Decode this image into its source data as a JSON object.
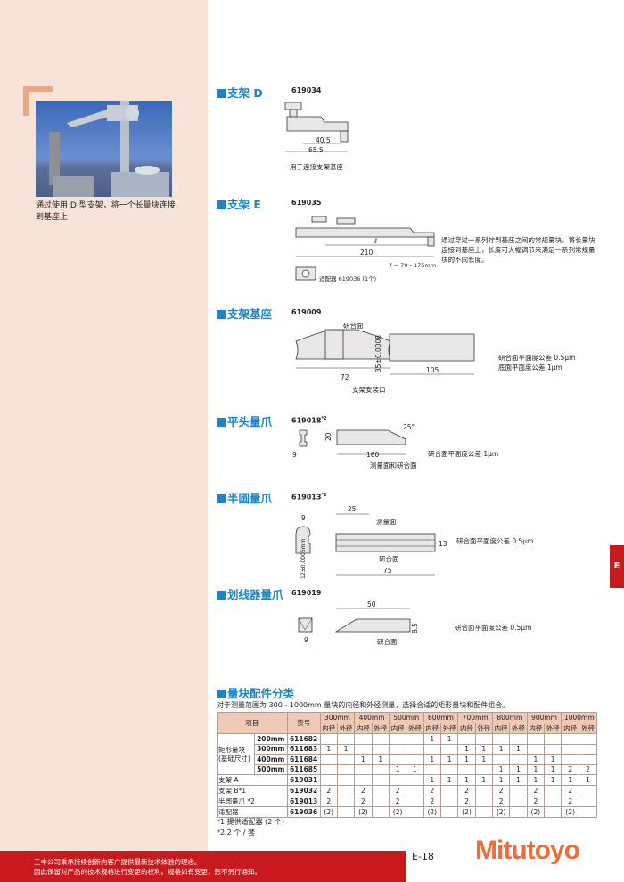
{
  "photo": {
    "caption": "通过使用 D 型支架，将一个长量块连接到基座上"
  },
  "sections": {
    "d": {
      "title": "支架 D",
      "code": "619034",
      "dims": [
        "40.5",
        "65.5"
      ],
      "note": "用于连接支架基座"
    },
    "e": {
      "title": "支架 E",
      "code": "619035",
      "dims": [
        "ℓ",
        "210"
      ],
      "range": "ℓ = 70 - 175mm",
      "desc": "通过穿过一系列拧到基座之间的常规量块，将长量块连接到基座上，长度可大幅调节来满足一系列常规量块的不同长度。",
      "adapter": "适配器  619036 (1个)"
    },
    "base": {
      "title": "支架基座",
      "code": "619009",
      "lapped": "研合面",
      "mount": "支架安装口",
      "dims": [
        "72",
        "35±0.0008",
        "105"
      ],
      "spec1": "研合面平面度公差 0.5μm",
      "spec2": "底面平面度公差 1μm"
    },
    "flat": {
      "title": "平头量爪",
      "code": "619018",
      "sup": "*2",
      "dims": [
        "9",
        "20",
        "160",
        "25°"
      ],
      "faces": "测量面和研合面",
      "spec": "研合面平面度公差 1μm"
    },
    "half": {
      "title": "半圆量爪",
      "code": "619013",
      "sup": "*2",
      "dims": [
        "9",
        "25",
        "12±0.0005mm",
        "13",
        "75"
      ],
      "measure": "测量面",
      "lapped": "研合面",
      "spec": "研合面平面度公差 0.5μm"
    },
    "scribe": {
      "title": "划线器量爪",
      "code": "619019",
      "dims": [
        "50",
        "8.5",
        "9"
      ],
      "lapped": "研合面",
      "spec": "研合面平面度公差 0.5μm"
    }
  },
  "accessories": {
    "title": "量块配件分类",
    "intro": "对于测量范围为 300 - 1000mm 量块的内径和外径测量，选择合适的矩形量块和配件组合。",
    "header_item": "项目",
    "header_code": "货号",
    "ranges": [
      "300mm",
      "400mm",
      "500mm",
      "600mm",
      "700mm",
      "800mm",
      "900mm",
      "1000mm"
    ],
    "sub": [
      "内径",
      "外径"
    ],
    "group_label": "矩形量块\n(基础尺寸)",
    "rows": [
      {
        "size": "200mm",
        "code": "611682",
        "v": [
          "",
          "",
          "",
          "",
          "",
          "",
          "1",
          "1",
          "",
          "",
          "",
          "",
          "",
          "",
          "",
          ""
        ]
      },
      {
        "size": "300mm",
        "code": "611683",
        "v": [
          "1",
          "1",
          "",
          "",
          "",
          "",
          "",
          "",
          "1",
          "1",
          "1",
          "1",
          "",
          "",
          "",
          ""
        ]
      },
      {
        "size": "400mm",
        "code": "611684",
        "v": [
          "",
          "",
          "1",
          "1",
          "",
          "",
          "1",
          "1",
          "1",
          "1",
          "",
          "",
          "1",
          "1",
          "",
          ""
        ]
      },
      {
        "size": "500mm",
        "code": "611685",
        "v": [
          "",
          "",
          "",
          "",
          "1",
          "1",
          "",
          "",
          "",
          "",
          "1",
          "1",
          "1",
          "1",
          "2",
          "2"
        ]
      },
      {
        "item": "支架 A",
        "code": "619031",
        "v": [
          "",
          "",
          "",
          "",
          "",
          "",
          "1",
          "1",
          "1",
          "1",
          "1",
          "1",
          "1",
          "1",
          "1",
          "1"
        ]
      },
      {
        "item": "支架 B*1",
        "code": "619032",
        "v": [
          "2",
          "",
          "2",
          "",
          "2",
          "",
          "2",
          "",
          "2",
          "",
          "2",
          "",
          "2",
          "",
          "2",
          ""
        ]
      },
      {
        "item": "半圆量爪 *2",
        "code": "619013",
        "v": [
          "2",
          "",
          "2",
          "",
          "2",
          "",
          "2",
          "",
          "2",
          "",
          "2",
          "",
          "2",
          "",
          "2",
          ""
        ]
      },
      {
        "item": "适配器",
        "code": "619036",
        "v": [
          "(2)",
          "",
          "(2)",
          "",
          "(2)",
          "",
          "(2)",
          "",
          "(2)",
          "",
          "(2)",
          "",
          "(2)",
          "",
          "(2)",
          ""
        ]
      }
    ],
    "notes": [
      "*1  提供适配器 (2 个)",
      "*2  2 个 / 套"
    ]
  },
  "tab": "E",
  "footer": {
    "line1": "三丰公司秉承持续创新向客户提供最新技术体验的理念。",
    "line2": "因此保留对产品的技术规格进行变更的权利。规格如有变更，恕不另行通知。"
  },
  "page": "E-18",
  "logo": "Mitutoyo",
  "colors": {
    "accent": "#1a86c9",
    "brand": "#ef6d37",
    "footer": "#c8191f",
    "panel": "#f8e3d8"
  }
}
